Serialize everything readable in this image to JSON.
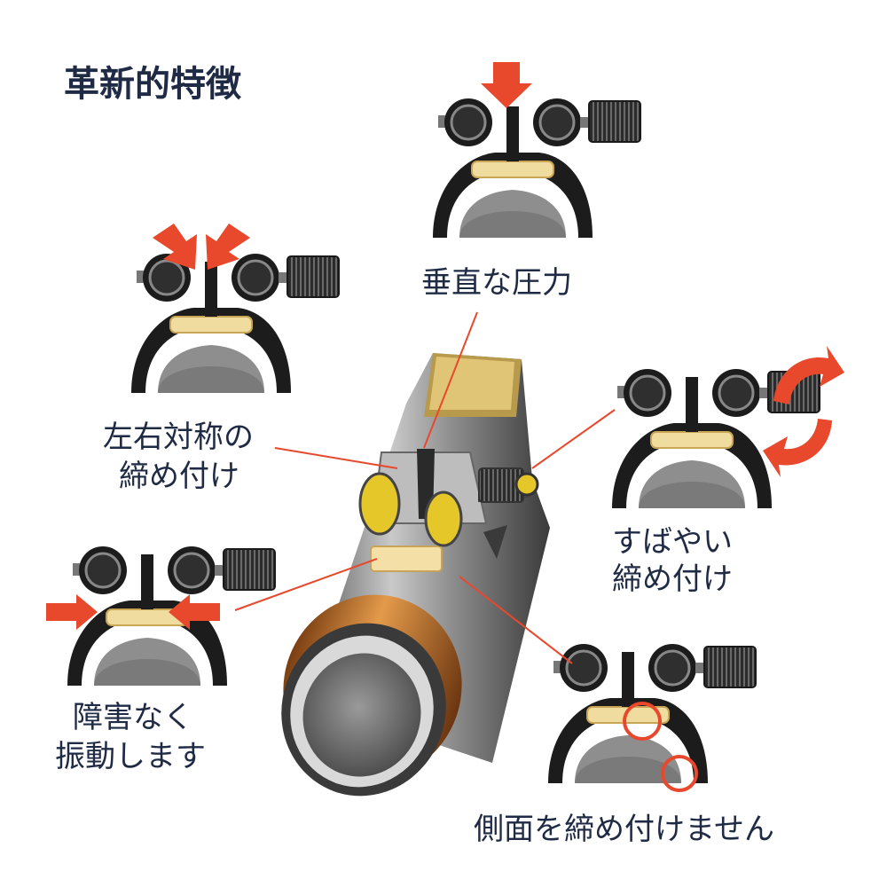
{
  "title": "革新的特徴",
  "labels": {
    "vertical_pressure": "垂直な圧力",
    "symmetric_line1": "左右対称の",
    "symmetric_line2": "締め付け",
    "quick_line1": "すばやい",
    "quick_line2": "締め付け",
    "vibration_line1": "障害なく",
    "vibration_line2": "振動します",
    "sides": "側面を締め付けません"
  },
  "colors": {
    "arrow": "#e8482b",
    "leader": "#e8482b",
    "text": "#1f2a44",
    "reed": "#f1dca0",
    "ligature_dark": "#1c1c1c",
    "accent_gold": "#e5c72a",
    "ring_bronze": "#c9792e"
  },
  "icons": [
    "down-arrow-icon",
    "diagonal-arrows-icon",
    "inward-arrows-icon",
    "rotate-arrows-icon",
    "circle-highlight-icon"
  ]
}
